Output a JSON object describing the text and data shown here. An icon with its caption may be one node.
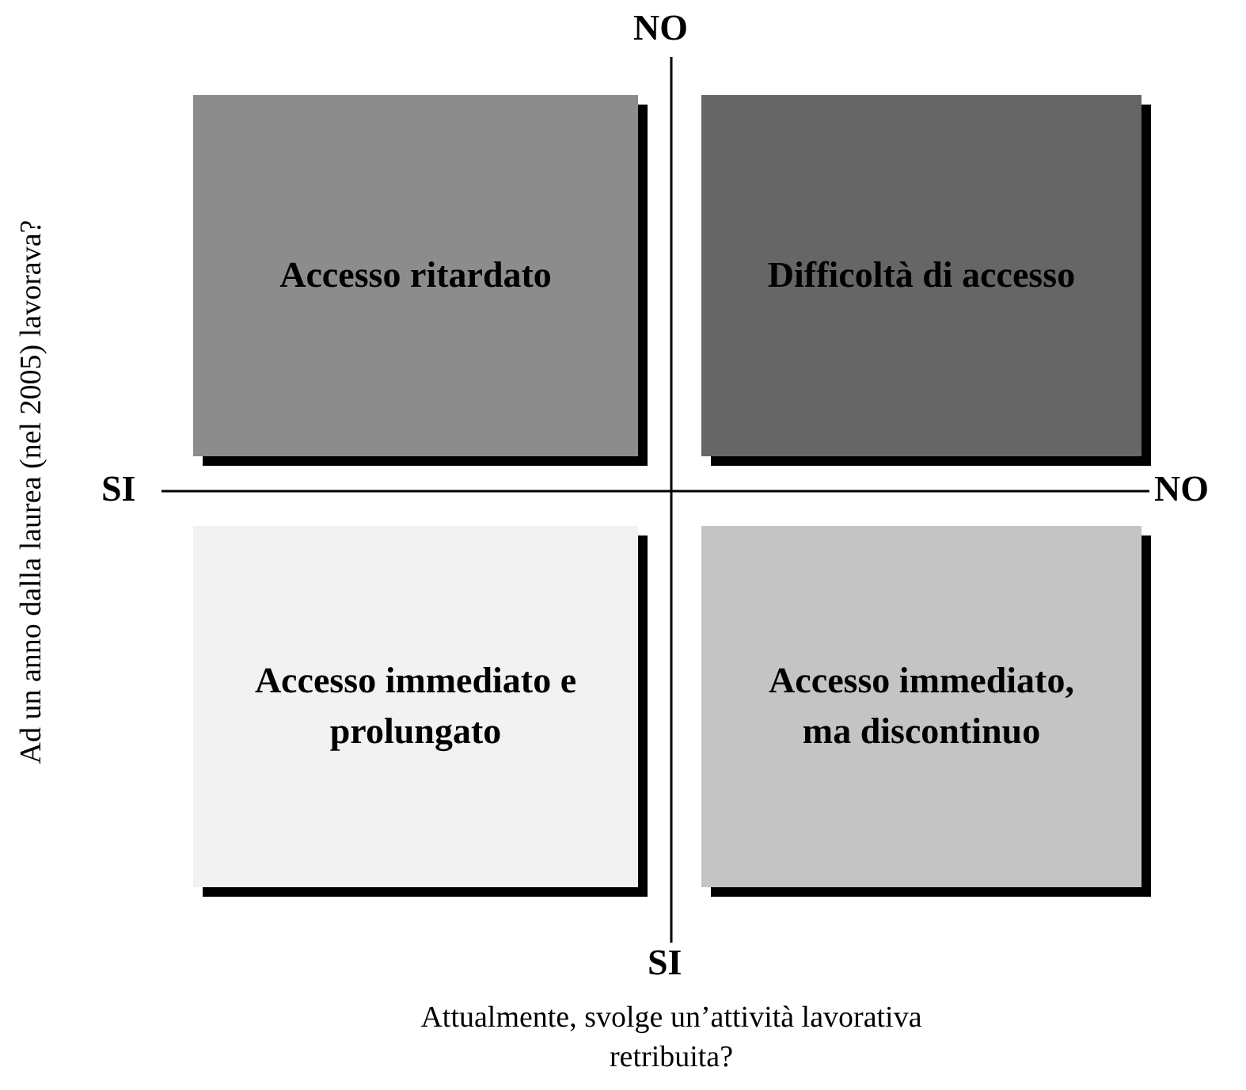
{
  "diagram": {
    "nodes": [
      {
        "text": [
          "Accesso ritardato"
        ]
      },
      {
        "text": [
          "Difficoltà di accesso"
        ]
      },
      {
        "text": [
          "Accesso immediato e prolungato"
        ]
      },
      {
        "text": [
          "Accesso immediato, ma discontinuo"
        ]
      }
    ],
    "labels": [
      "NO",
      "Ad un anno dalla laurea (nel 2005) lavorava?",
      "SI",
      "NO",
      "SI",
      "Attualmente, svolge un’attività lavorativa retribuita?"
    ]
  }
}
